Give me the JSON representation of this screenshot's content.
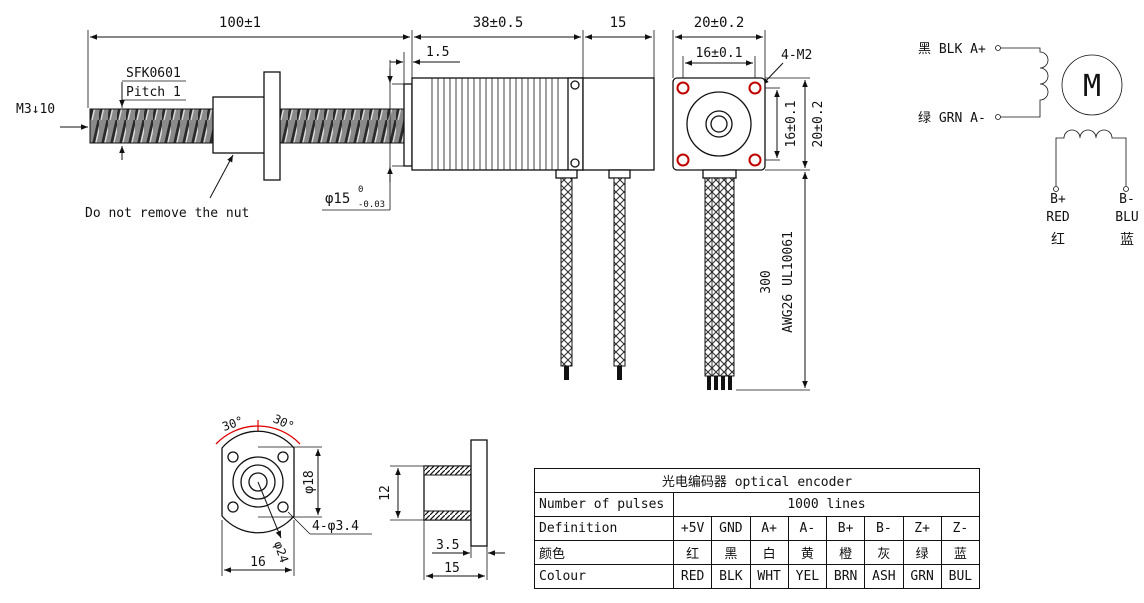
{
  "front_view": {
    "overall_length": "100±1",
    "thread_label": "M3↓10",
    "screw_model": "SFK0601",
    "pitch": "Pitch 1",
    "nut_note": "Do not remove the nut",
    "motor_length": "38±0.5",
    "encoder_length": "15",
    "step_len": "1.5",
    "boss_diameter": "φ15",
    "boss_tol_upper": "0",
    "boss_tol_lower": "-0.03"
  },
  "end_view": {
    "width": "20±0.2",
    "hole_spacing": "16±0.1",
    "holes": "4-M2",
    "v_hole_spacing": "16±0.1",
    "height": "20±0.2",
    "lead_length": "300",
    "wire_spec": "AWG26 UL10061"
  },
  "schematic": {
    "a_plus": "黑 BLK A+",
    "a_minus": "绿 GRN A-",
    "motor_symbol": "M",
    "b_plus_pin": "B+",
    "b_plus_color_en": "RED",
    "b_plus_color_cn": "红",
    "b_minus_pin": "B-",
    "b_minus_color_en": "BLU",
    "b_minus_color_cn": "蓝"
  },
  "nut_view": {
    "angle_left": "30°",
    "angle_right": "30°",
    "bolt_circle": "φ18",
    "hole_spec": "4-φ3.4",
    "flange_dia": "φ24",
    "flat_width": "16"
  },
  "nut_side": {
    "height": "12",
    "flange_thk": "3.5",
    "length": "15"
  },
  "encoder_table": {
    "title": "光电编码器 optical encoder",
    "rows": [
      {
        "label": "Number of pulses",
        "value": "1000 lines"
      },
      {
        "label": "Definition",
        "cells": [
          "+5V",
          "GND",
          "A+",
          "A-",
          "B+",
          "B-",
          "Z+",
          "Z-"
        ]
      },
      {
        "label": "颜色",
        "cells": [
          "红",
          "黑",
          "白",
          "黄",
          "橙",
          "灰",
          "绿",
          "蓝"
        ]
      },
      {
        "label": "Colour",
        "cells": [
          "RED",
          "BLK",
          "WHT",
          "YEL",
          "BRN",
          "ASH",
          "GRN",
          "BUL"
        ]
      }
    ]
  }
}
